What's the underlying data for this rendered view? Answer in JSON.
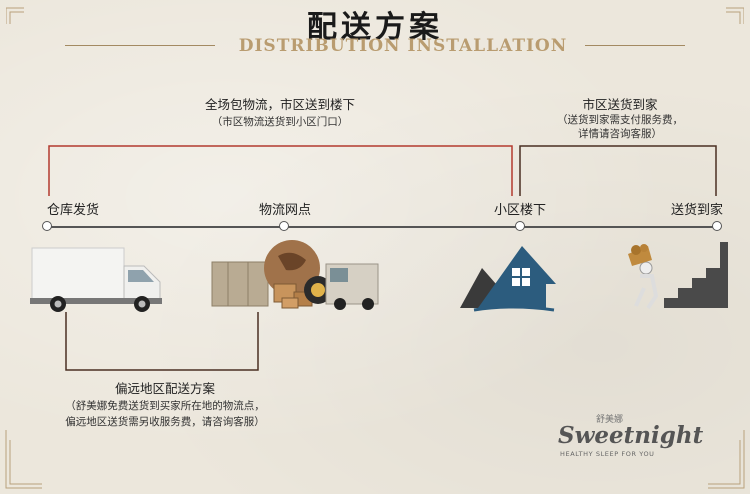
{
  "header": {
    "title": "配送方案",
    "subtitle": "DISTRIBUTION INSTALLATION"
  },
  "route_top_left": {
    "caption": "全场包物流，市区送到楼下",
    "note": "（市区物流送货到小区门口）"
  },
  "route_top_right": {
    "caption": "市区送货到家",
    "note_line1": "（送货到家需支付服务费，",
    "note_line2": "详情请咨询客服）"
  },
  "route_bottom": {
    "caption": "偏远地区配送方案",
    "note_line1": "（舒美娜免费送货到买家所在地的物流点，",
    "note_line2": "偏远地区送货需另收服务费，请咨询客服）"
  },
  "stops": [
    {
      "label": "仓库发货"
    },
    {
      "label": "物流网点"
    },
    {
      "label": "小区楼下"
    },
    {
      "label": "送货到家"
    }
  ],
  "brand": {
    "wordmark": "Sweetnight",
    "cn_name": "舒美娜",
    "tagline": "HEALTHY SLEEP FOR YOU"
  },
  "colors": {
    "accent_red": "#b33a2e",
    "accent_brown": "#4a2f22",
    "subtitle_gold": "#b99c70"
  }
}
